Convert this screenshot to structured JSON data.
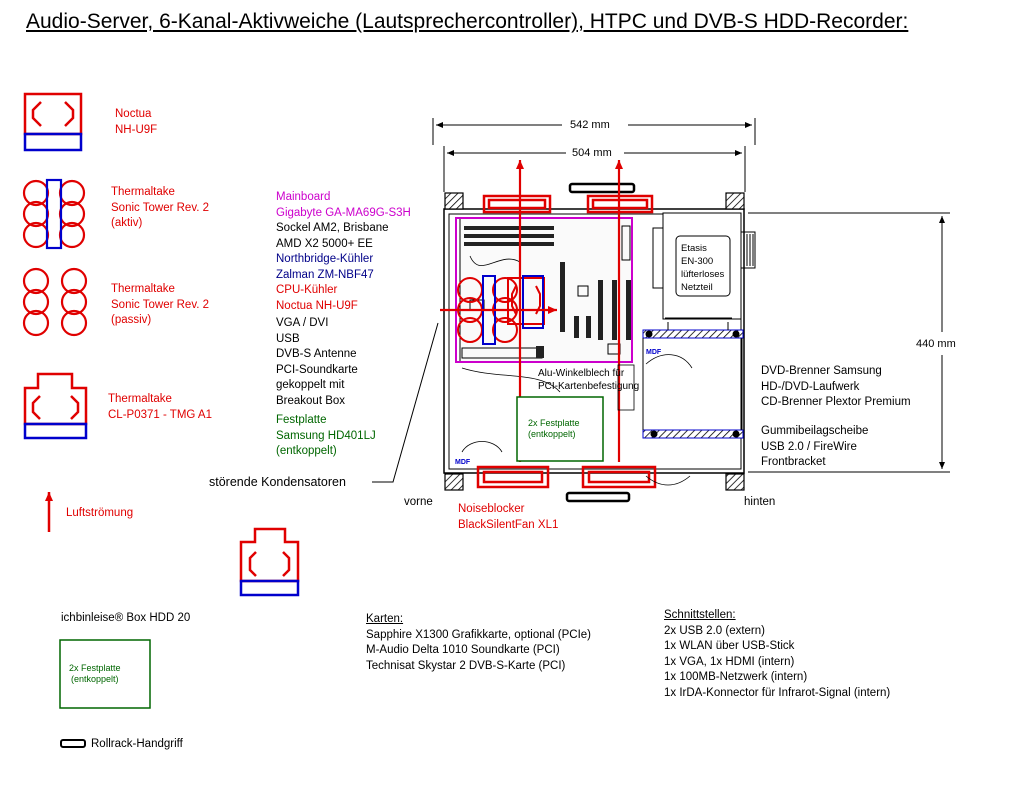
{
  "title": "Audio-Server, 6-Kanal-Aktivweiche (Lautsprechercontroller), HTPC und DVB-S HDD-Recorder:",
  "legend": {
    "noctua": [
      "Noctua",
      "NH-U9F"
    ],
    "sonic_aktiv": [
      "Thermaltake",
      "Sonic Tower Rev. 2",
      "(aktiv)"
    ],
    "sonic_passiv": [
      "Thermaltake",
      "Sonic Tower Rev. 2",
      "(passiv)"
    ],
    "cl_p0371": [
      "Thermaltake",
      "CL-P0371 - TMG A1"
    ],
    "luftstroemung": "Luftströmung",
    "box_title": "ichbinleise® Box HDD 20",
    "box_inner": [
      "2x Festplatte",
      "(entkoppelt)"
    ],
    "rollrack": "Rollrack-Handgriff"
  },
  "components": {
    "mainboard": [
      "Mainboard",
      "Gigabyte GA-MA69G-S3H"
    ],
    "sockel": [
      "Sockel AM2, Brisbane",
      "AMD X2 5000+ EE"
    ],
    "northbridge": [
      "Northbridge-Kühler",
      "Zalman ZM-NBF47"
    ],
    "cpu": [
      "CPU-Kühler",
      "Noctua NH-U9F"
    ],
    "ports": [
      "VGA / DVI",
      "USB",
      "DVB-S Antenne",
      "PCI-Soundkarte",
      "gekoppelt mit",
      "Breakout Box"
    ],
    "festplatte": [
      "Festplatte",
      "Samsung HD401LJ",
      "(entkoppelt)"
    ],
    "kondensatoren": "störende Kondensatoren"
  },
  "case": {
    "dim_542": "542 mm",
    "dim_504": "504 mm",
    "dim_440": "440 mm",
    "vorne": "vorne",
    "hinten": "hinten",
    "psu": [
      "Etasis",
      "EN-300",
      "lüfterloses",
      "Netzteil"
    ],
    "mdf": "MDF",
    "alu": [
      "Alu-Winkelblech für",
      "PCI-Kartenbefestigung"
    ],
    "hdd_inner": [
      "2x Festplatte",
      "(entkoppelt)"
    ],
    "noiseblocker": [
      "Noiseblocker",
      "BlackSilentFan XL1"
    ],
    "drives": [
      "DVD-Brenner Samsung",
      "HD-/DVD-Laufwerk",
      "CD-Brenner Plextor Premium"
    ],
    "gummi": [
      "Gummibeilagscheibe",
      "USB 2.0 / FireWire",
      "Frontbracket"
    ]
  },
  "karten": {
    "heading": "Karten:",
    "items": [
      "Sapphire X1300 Grafikkarte, optional (PCIe)",
      "M-Audio Delta 1010 Soundkarte (PCI)",
      "Technisat Skystar 2 DVB-S-Karte (PCI)"
    ]
  },
  "schnittstellen": {
    "heading": "Schnittstellen:",
    "items": [
      "2x USB 2.0 (extern)",
      "1x WLAN über USB-Stick",
      "1x VGA, 1x HDMI (intern)",
      "1x 100MB-Netzwerk (intern)",
      "1x IrDA-Konnector für Infrarot-Signal (intern)"
    ]
  },
  "colors": {
    "red": "#e00000",
    "blue": "#0000cc",
    "magenta": "#cc00cc",
    "green": "#006600",
    "navy": "#000088"
  }
}
